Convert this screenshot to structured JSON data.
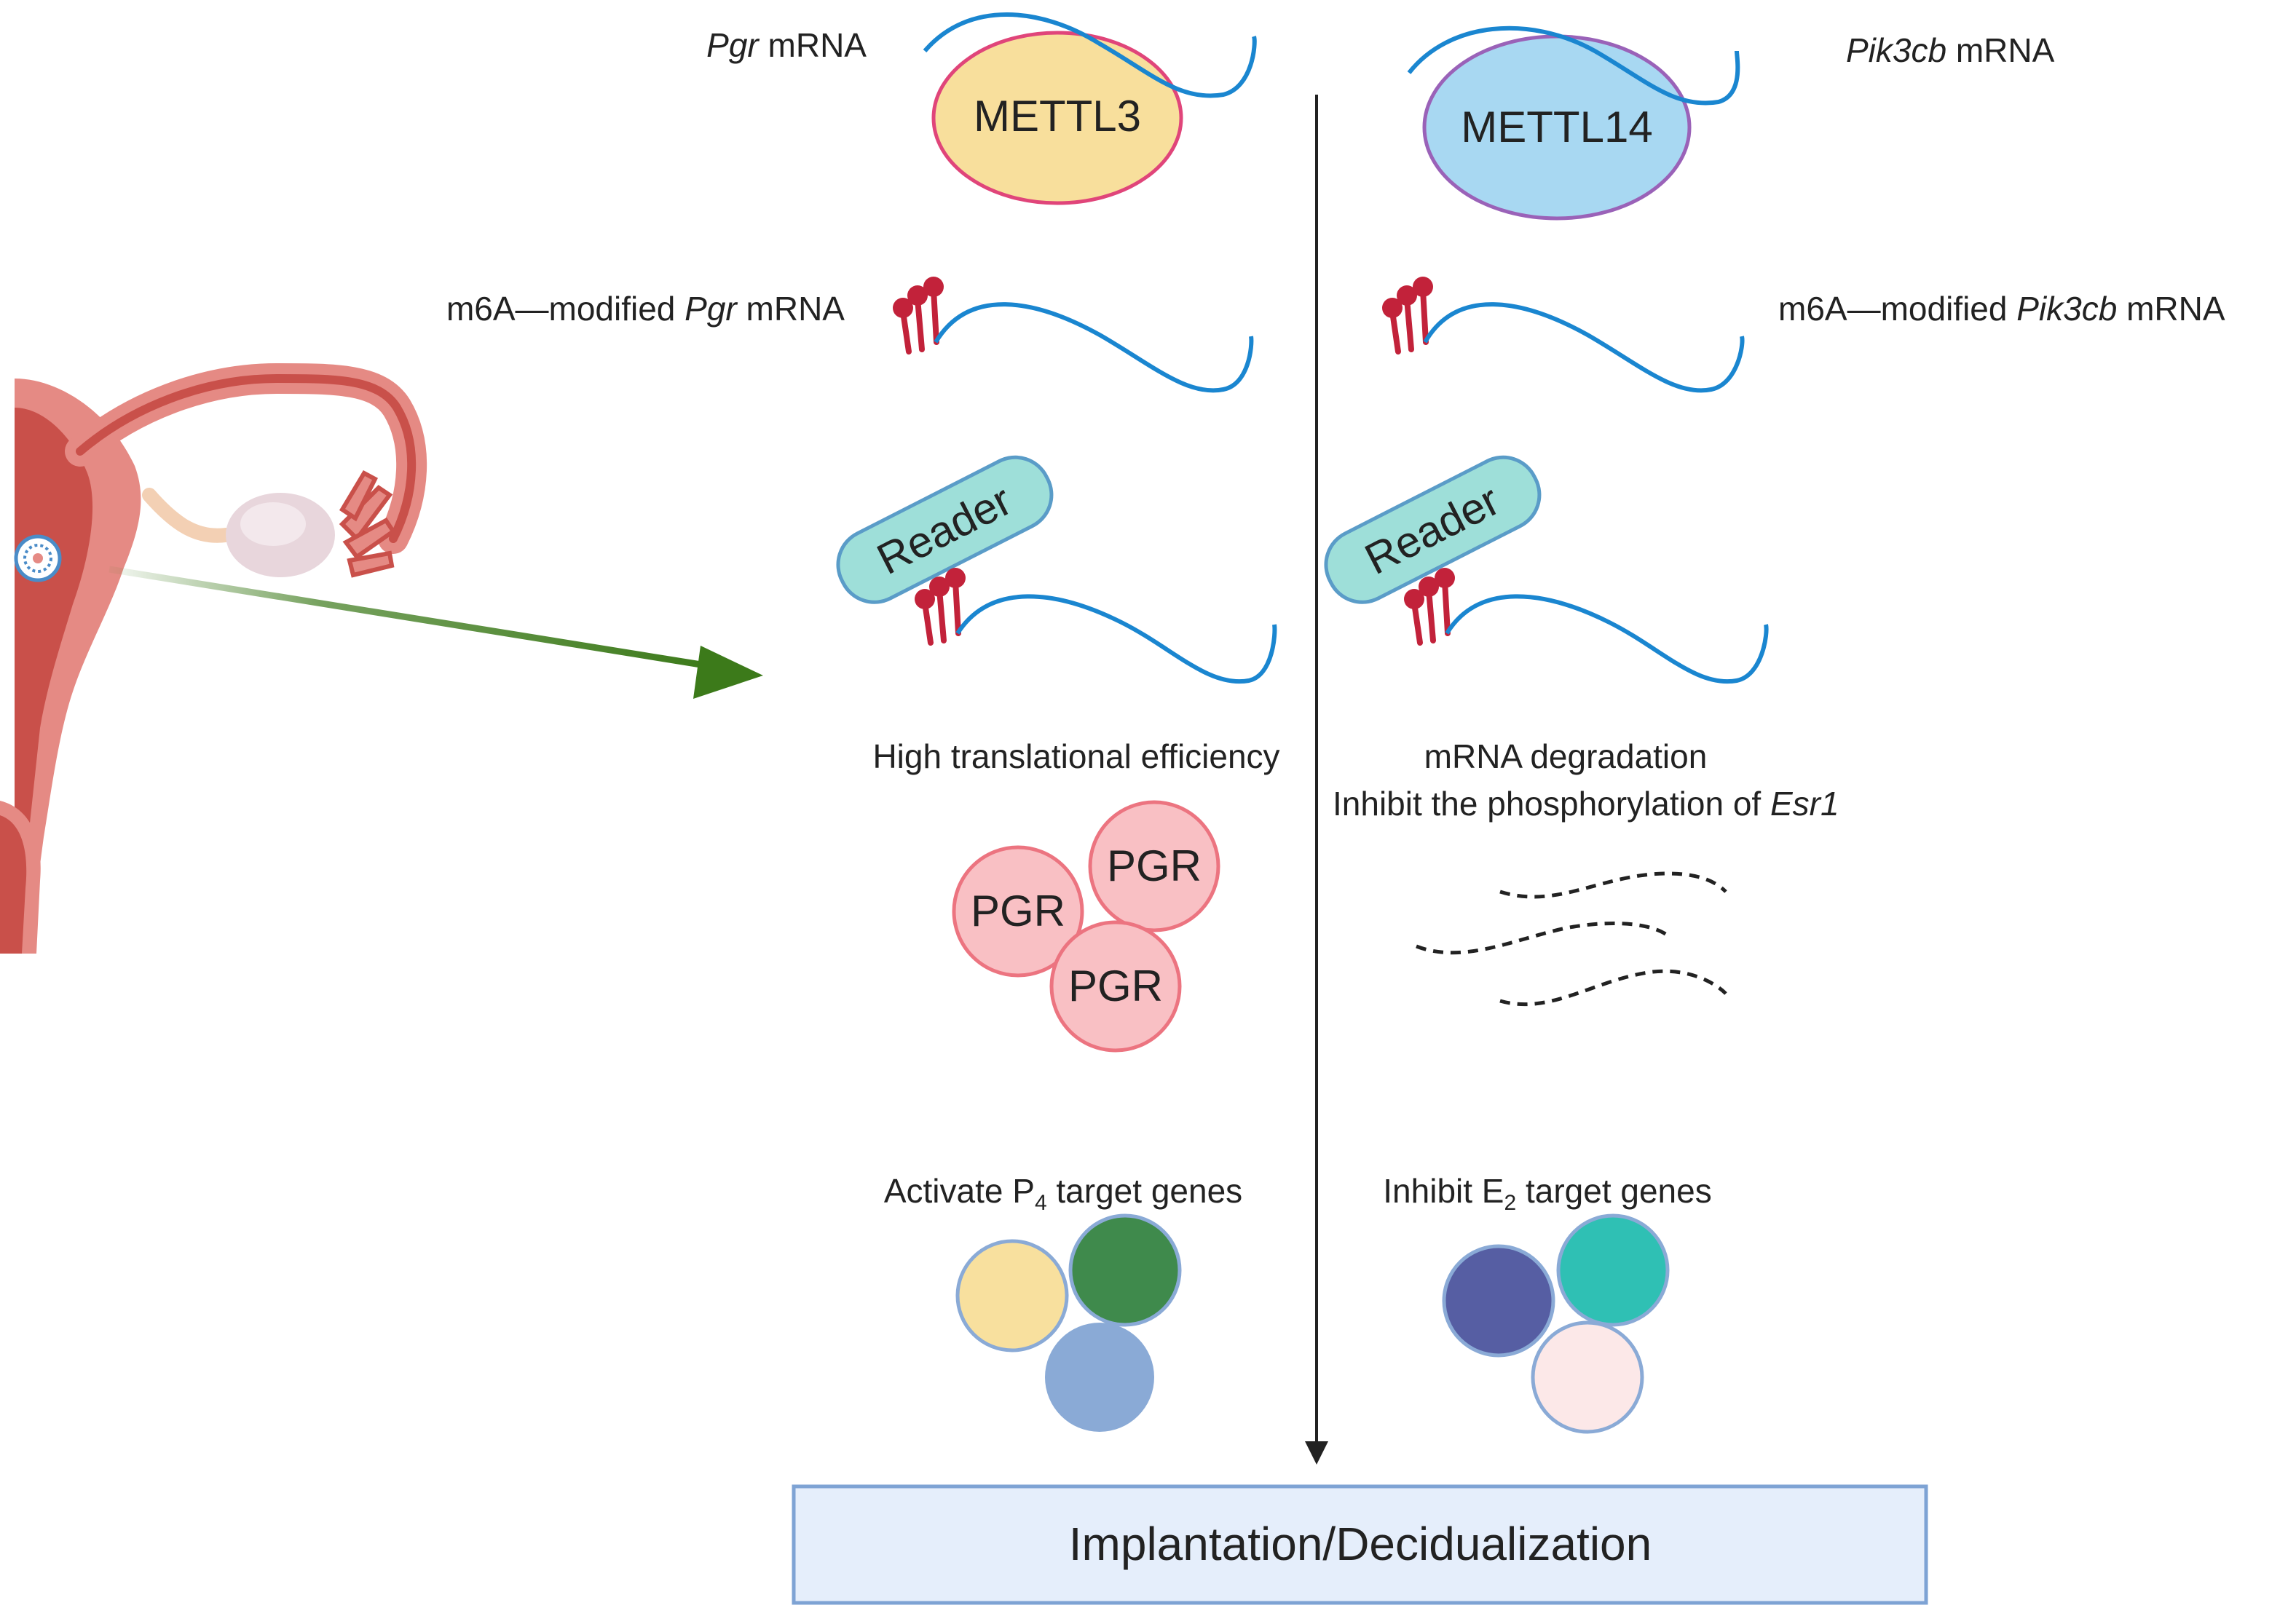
{
  "left": {
    "mrna_gene": "Pgr",
    "mrna_suffix": " mRNA",
    "writer": "METTL3",
    "m6a_prefix": "m6A—modified ",
    "m6a_gene": "Pgr",
    "m6a_suffix": " mRNA",
    "reader": "Reader",
    "effect": "High translational efficiency",
    "protein": "PGR",
    "target_prefix": "Activate  P",
    "target_sub": "4",
    "target_suffix": " target genes"
  },
  "right": {
    "mrna_gene": "Pik3cb",
    "mrna_suffix": " mRNA",
    "writer": "METTL14",
    "m6a_prefix": "m6A—modified ",
    "m6a_gene": "Pik3cb",
    "m6a_suffix": " mRNA",
    "reader": "Reader",
    "effect_line1": "mRNA degradation",
    "effect_line2_prefix": "Inhibit the phosphorylation of ",
    "effect_line2_gene": "Esr1",
    "target_prefix": "Inhibit E",
    "target_sub": "2",
    "target_suffix": " target genes"
  },
  "outcome": "Implantation/Decidualization",
  "colors": {
    "mettl3_fill": "#f8df9c",
    "mettl3_stroke": "#e0457a",
    "mettl14_fill": "#a8d8f2",
    "mettl14_stroke": "#9a62b8",
    "mrna": "#1a86d0",
    "m6a": "#c2223a",
    "reader_fill": "#9edfd9",
    "reader_stroke": "#5a9cc8",
    "pgr_fill": "#f9c0c4",
    "pgr_stroke": "#ec7480",
    "arrow_green": "#3c7a1a",
    "outcome_fill": "#e5eefb",
    "outcome_stroke": "#7ea3d4",
    "uterus": "#e58a84"
  },
  "p4_gene_colors": [
    "#f8e09e",
    "#3f8a4c",
    "#8aaad6"
  ],
  "e2_gene_colors": [
    "#565ea3",
    "#2fc0b4",
    "#fce8e8"
  ]
}
